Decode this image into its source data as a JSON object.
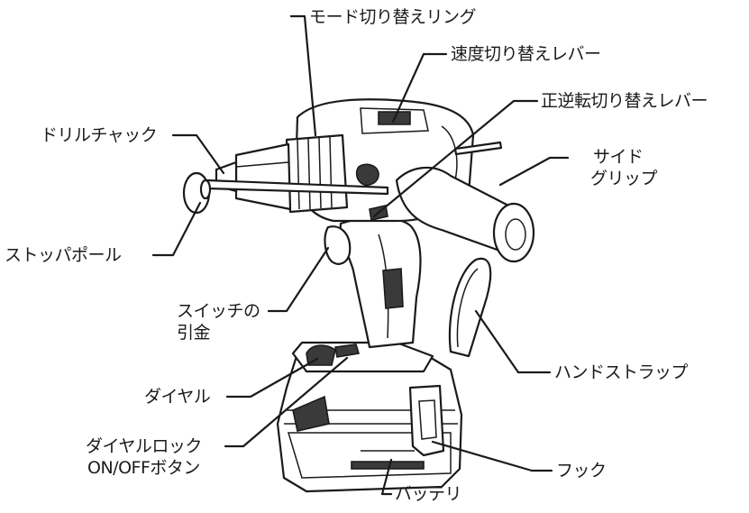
{
  "labels": {
    "mode_ring": "モード切り替えリング",
    "speed_lever": "速度切り替えレバー",
    "reverse_lever": "正逆転切り替えレバー",
    "drill_chuck": "ドリルチャック",
    "side_grip": [
      "サイド",
      "グリップ"
    ],
    "stopper_pole": "ストッパポール",
    "trigger": [
      "スイッチの",
      "引金"
    ],
    "hand_strap": "ハンドストラップ",
    "dial": "ダイヤル",
    "dial_lock": [
      "ダイヤルロック",
      "ON/OFFボタン"
    ],
    "hook": "フック",
    "battery": "バッテリ"
  },
  "colors": {
    "line": "#1a1a1a",
    "background": "#ffffff"
  }
}
